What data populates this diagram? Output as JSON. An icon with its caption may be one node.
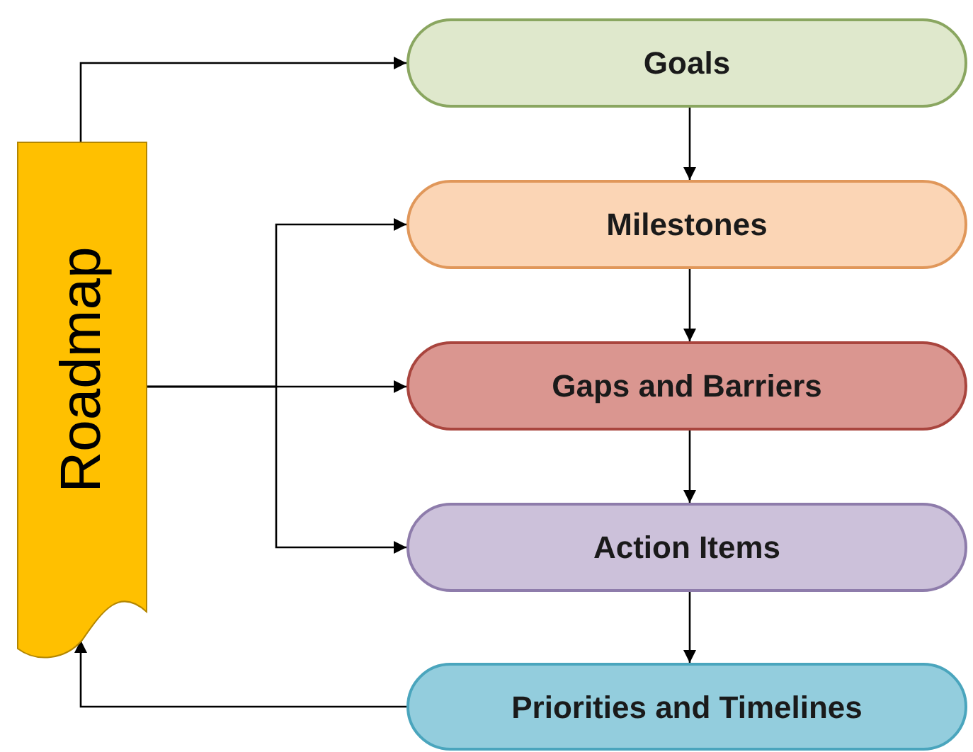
{
  "diagram": {
    "nodes": [
      {
        "text": [
          "Roadmap"
        ]
      },
      {
        "text": [
          "Goals"
        ]
      },
      {
        "text": [
          "Milestones"
        ]
      },
      {
        "text": [
          "Gaps and Barriers"
        ]
      },
      {
        "text": [
          "Action Items"
        ]
      },
      {
        "text": [
          "Priorities and Timelines"
        ]
      }
    ],
    "edges": [
      {
        "from": 0,
        "to": 1,
        "arrow": "to"
      },
      {
        "from": 0,
        "to": 2,
        "arrow": "to"
      },
      {
        "from": 0,
        "to": 3,
        "arrow": "to"
      },
      {
        "from": 0,
        "to": 4,
        "arrow": "to"
      },
      {
        "from": 1,
        "to": 2,
        "arrow": "to"
      },
      {
        "from": 2,
        "to": 3,
        "arrow": "to"
      },
      {
        "from": 3,
        "to": 4,
        "arrow": "to"
      },
      {
        "from": 4,
        "to": 5,
        "arrow": "to"
      },
      {
        "from": 5,
        "to": 0,
        "arrow": "to"
      }
    ]
  }
}
